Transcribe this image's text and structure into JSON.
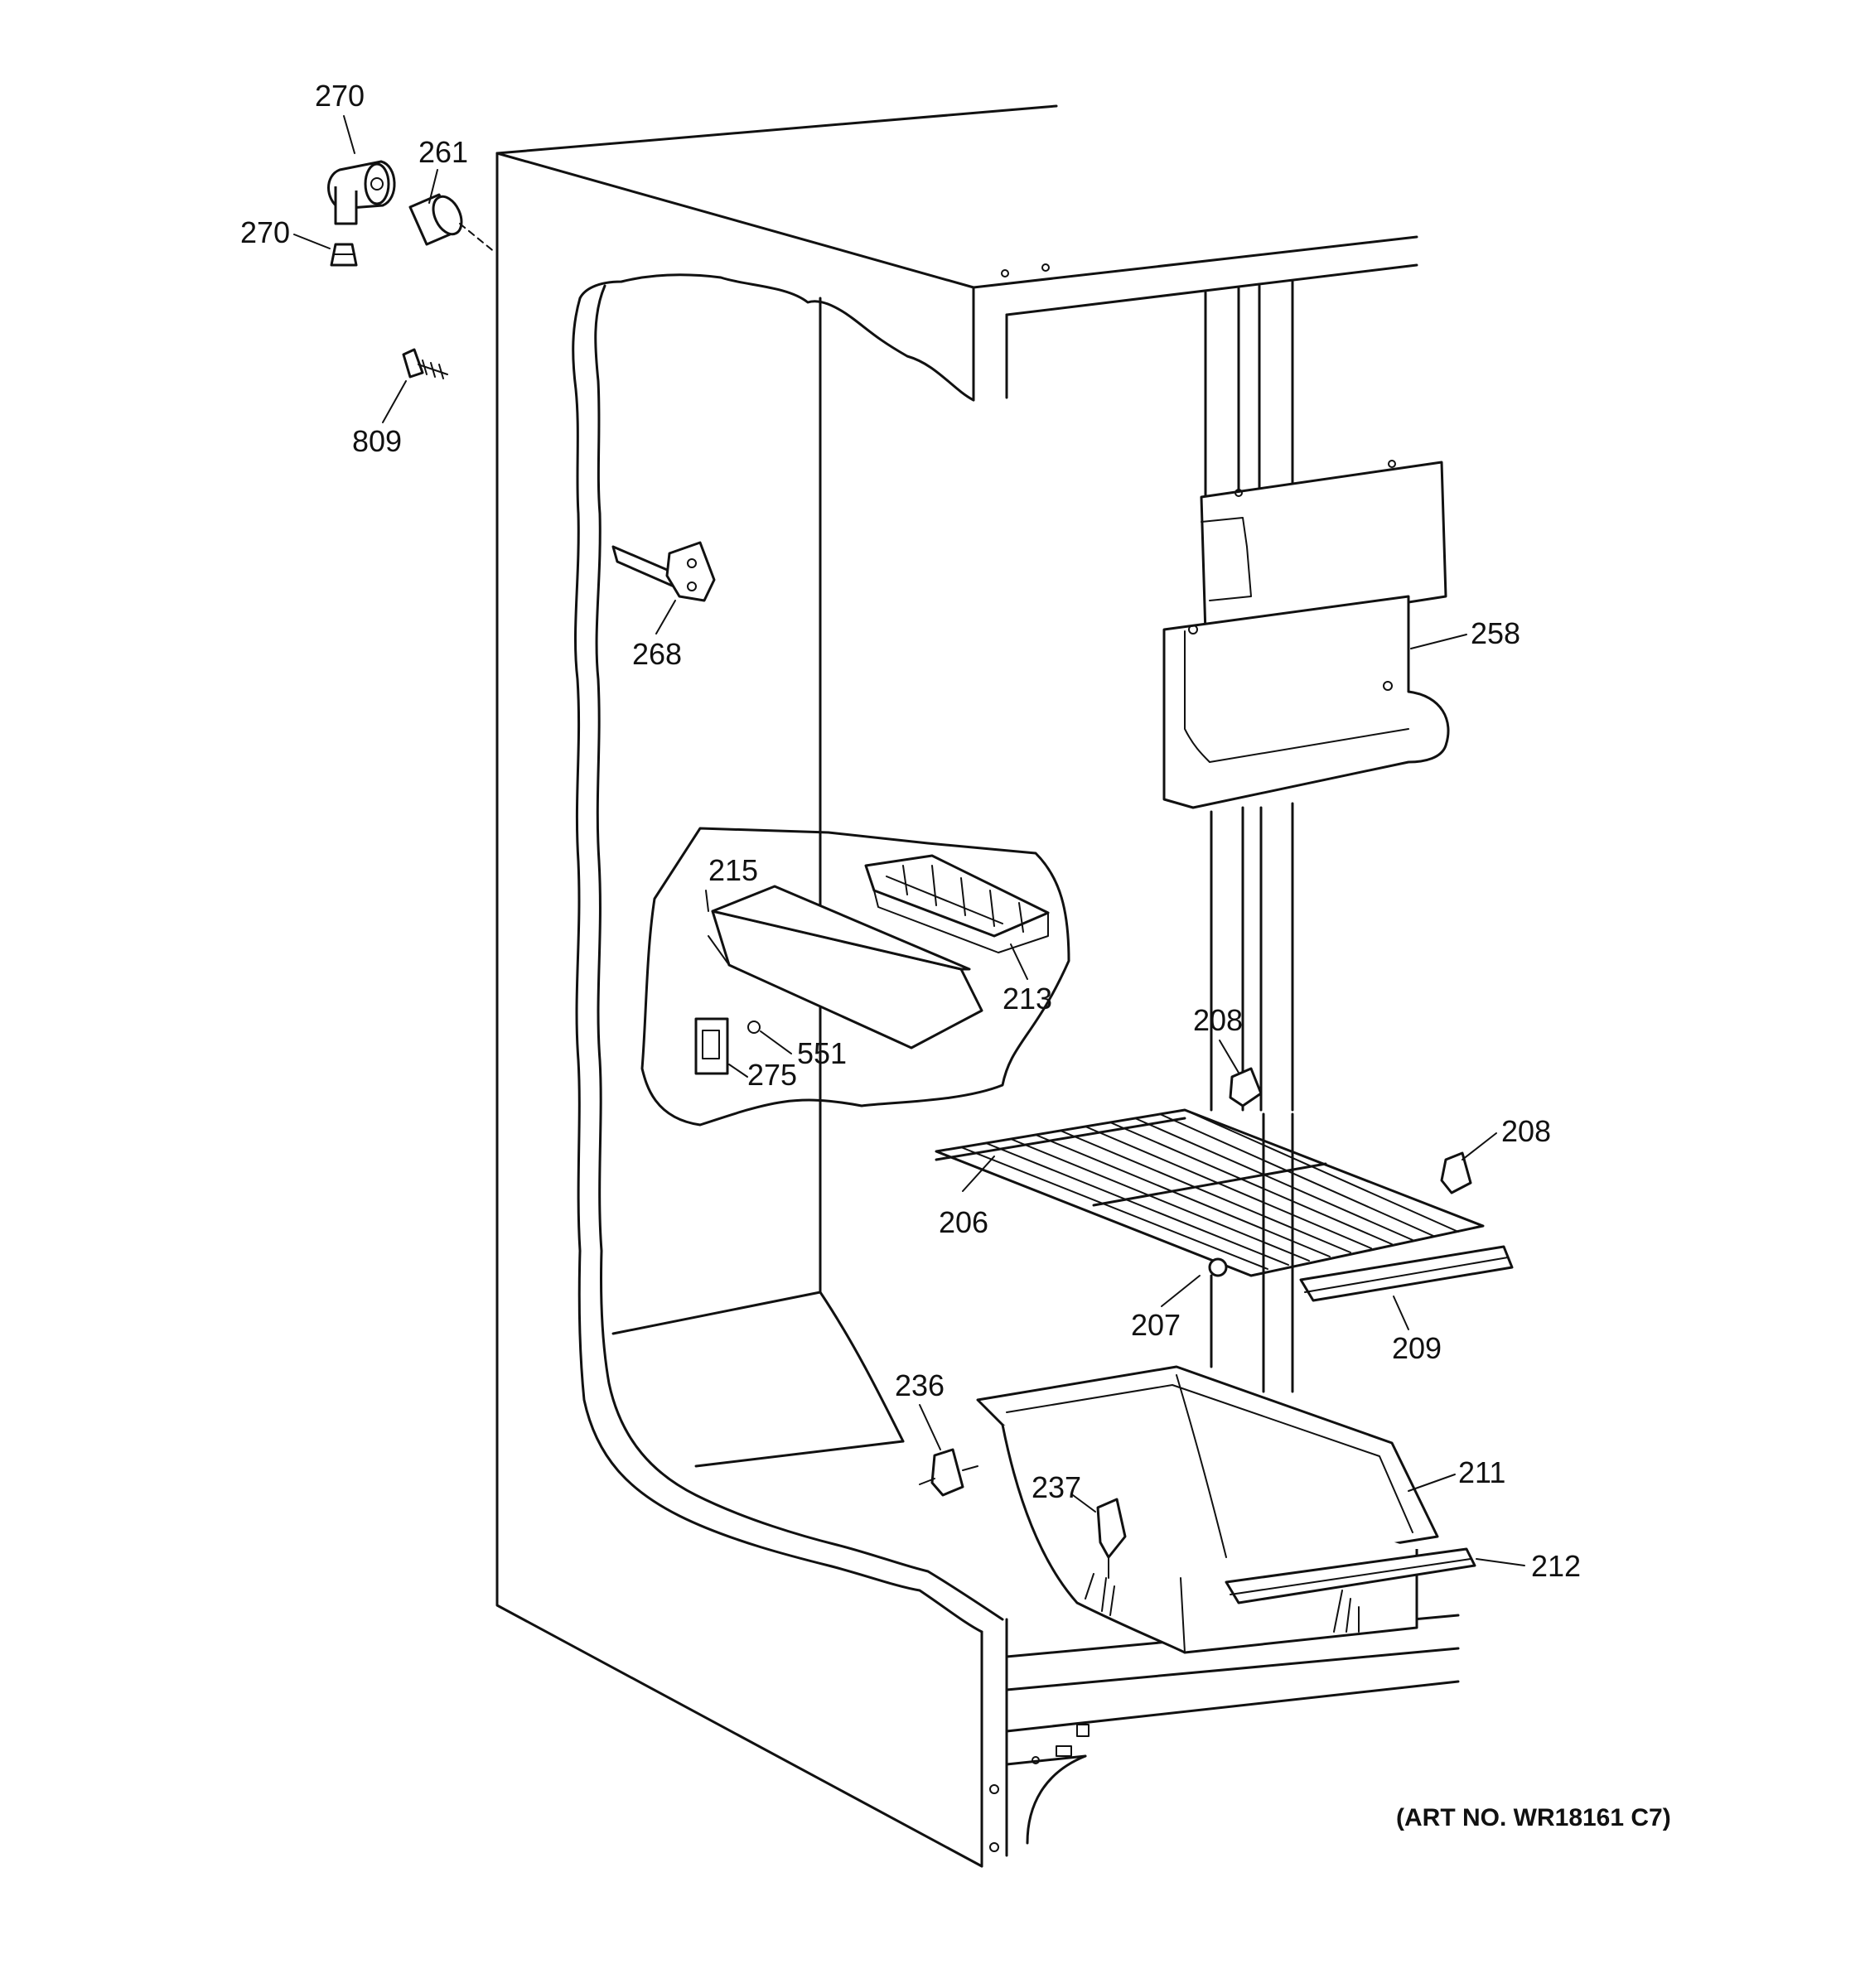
{
  "art_no": "(ART NO. WR18161 C7)",
  "callouts": [
    {
      "id": "lbl-270-top",
      "text": "270"
    },
    {
      "id": "lbl-261",
      "text": "261"
    },
    {
      "id": "lbl-270-left",
      "text": "270"
    },
    {
      "id": "lbl-809",
      "text": "809"
    },
    {
      "id": "lbl-268",
      "text": "268"
    },
    {
      "id": "lbl-258",
      "text": "258"
    },
    {
      "id": "lbl-215",
      "text": "215"
    },
    {
      "id": "lbl-213",
      "text": "213"
    },
    {
      "id": "lbl-551",
      "text": "551"
    },
    {
      "id": "lbl-275",
      "text": "275"
    },
    {
      "id": "lbl-208-a",
      "text": "208"
    },
    {
      "id": "lbl-208-b",
      "text": "208"
    },
    {
      "id": "lbl-206",
      "text": "206"
    },
    {
      "id": "lbl-207",
      "text": "207"
    },
    {
      "id": "lbl-209",
      "text": "209"
    },
    {
      "id": "lbl-236",
      "text": "236"
    },
    {
      "id": "lbl-237",
      "text": "237"
    },
    {
      "id": "lbl-211",
      "text": "211"
    },
    {
      "id": "lbl-212",
      "text": "212"
    }
  ]
}
